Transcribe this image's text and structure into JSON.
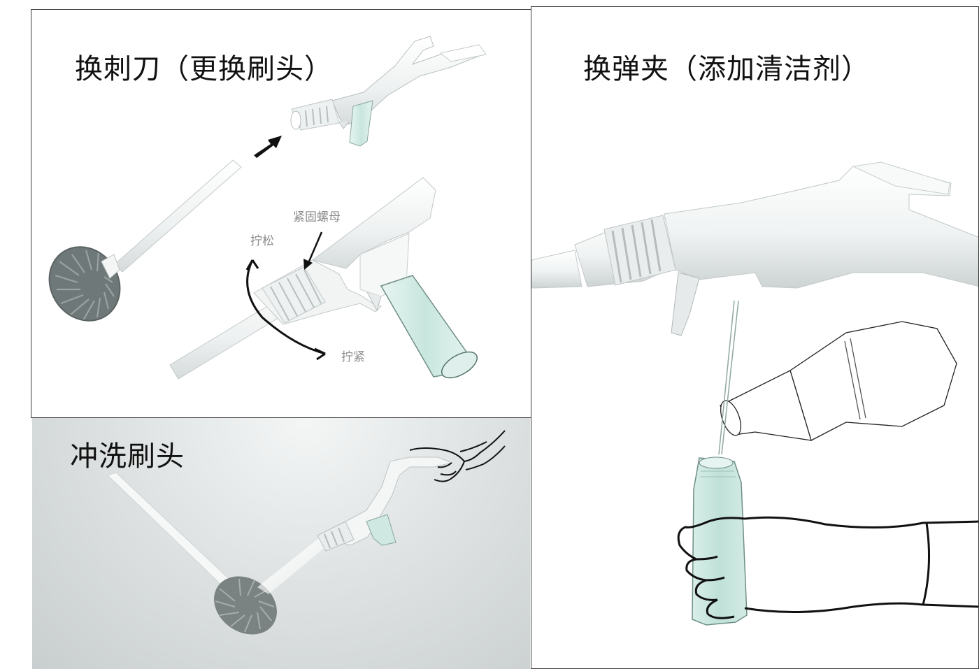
{
  "panel_replace_head": {
    "title": "换刺刀（更换刷头）",
    "label_nut": "紧固螺母",
    "label_loosen": "拧松",
    "label_tighten": "拧紧"
  },
  "panel_rinse": {
    "title": "冲洗刷头"
  },
  "panel_refill": {
    "title": "换弹夹（添加清洁剂）"
  },
  "colors": {
    "outline": "#3a3a3a",
    "product_white": "#f3f5f5",
    "bristle_gray": "#7d8585",
    "bottle_tint": "#cfe9e2",
    "arrow": "#111111"
  }
}
